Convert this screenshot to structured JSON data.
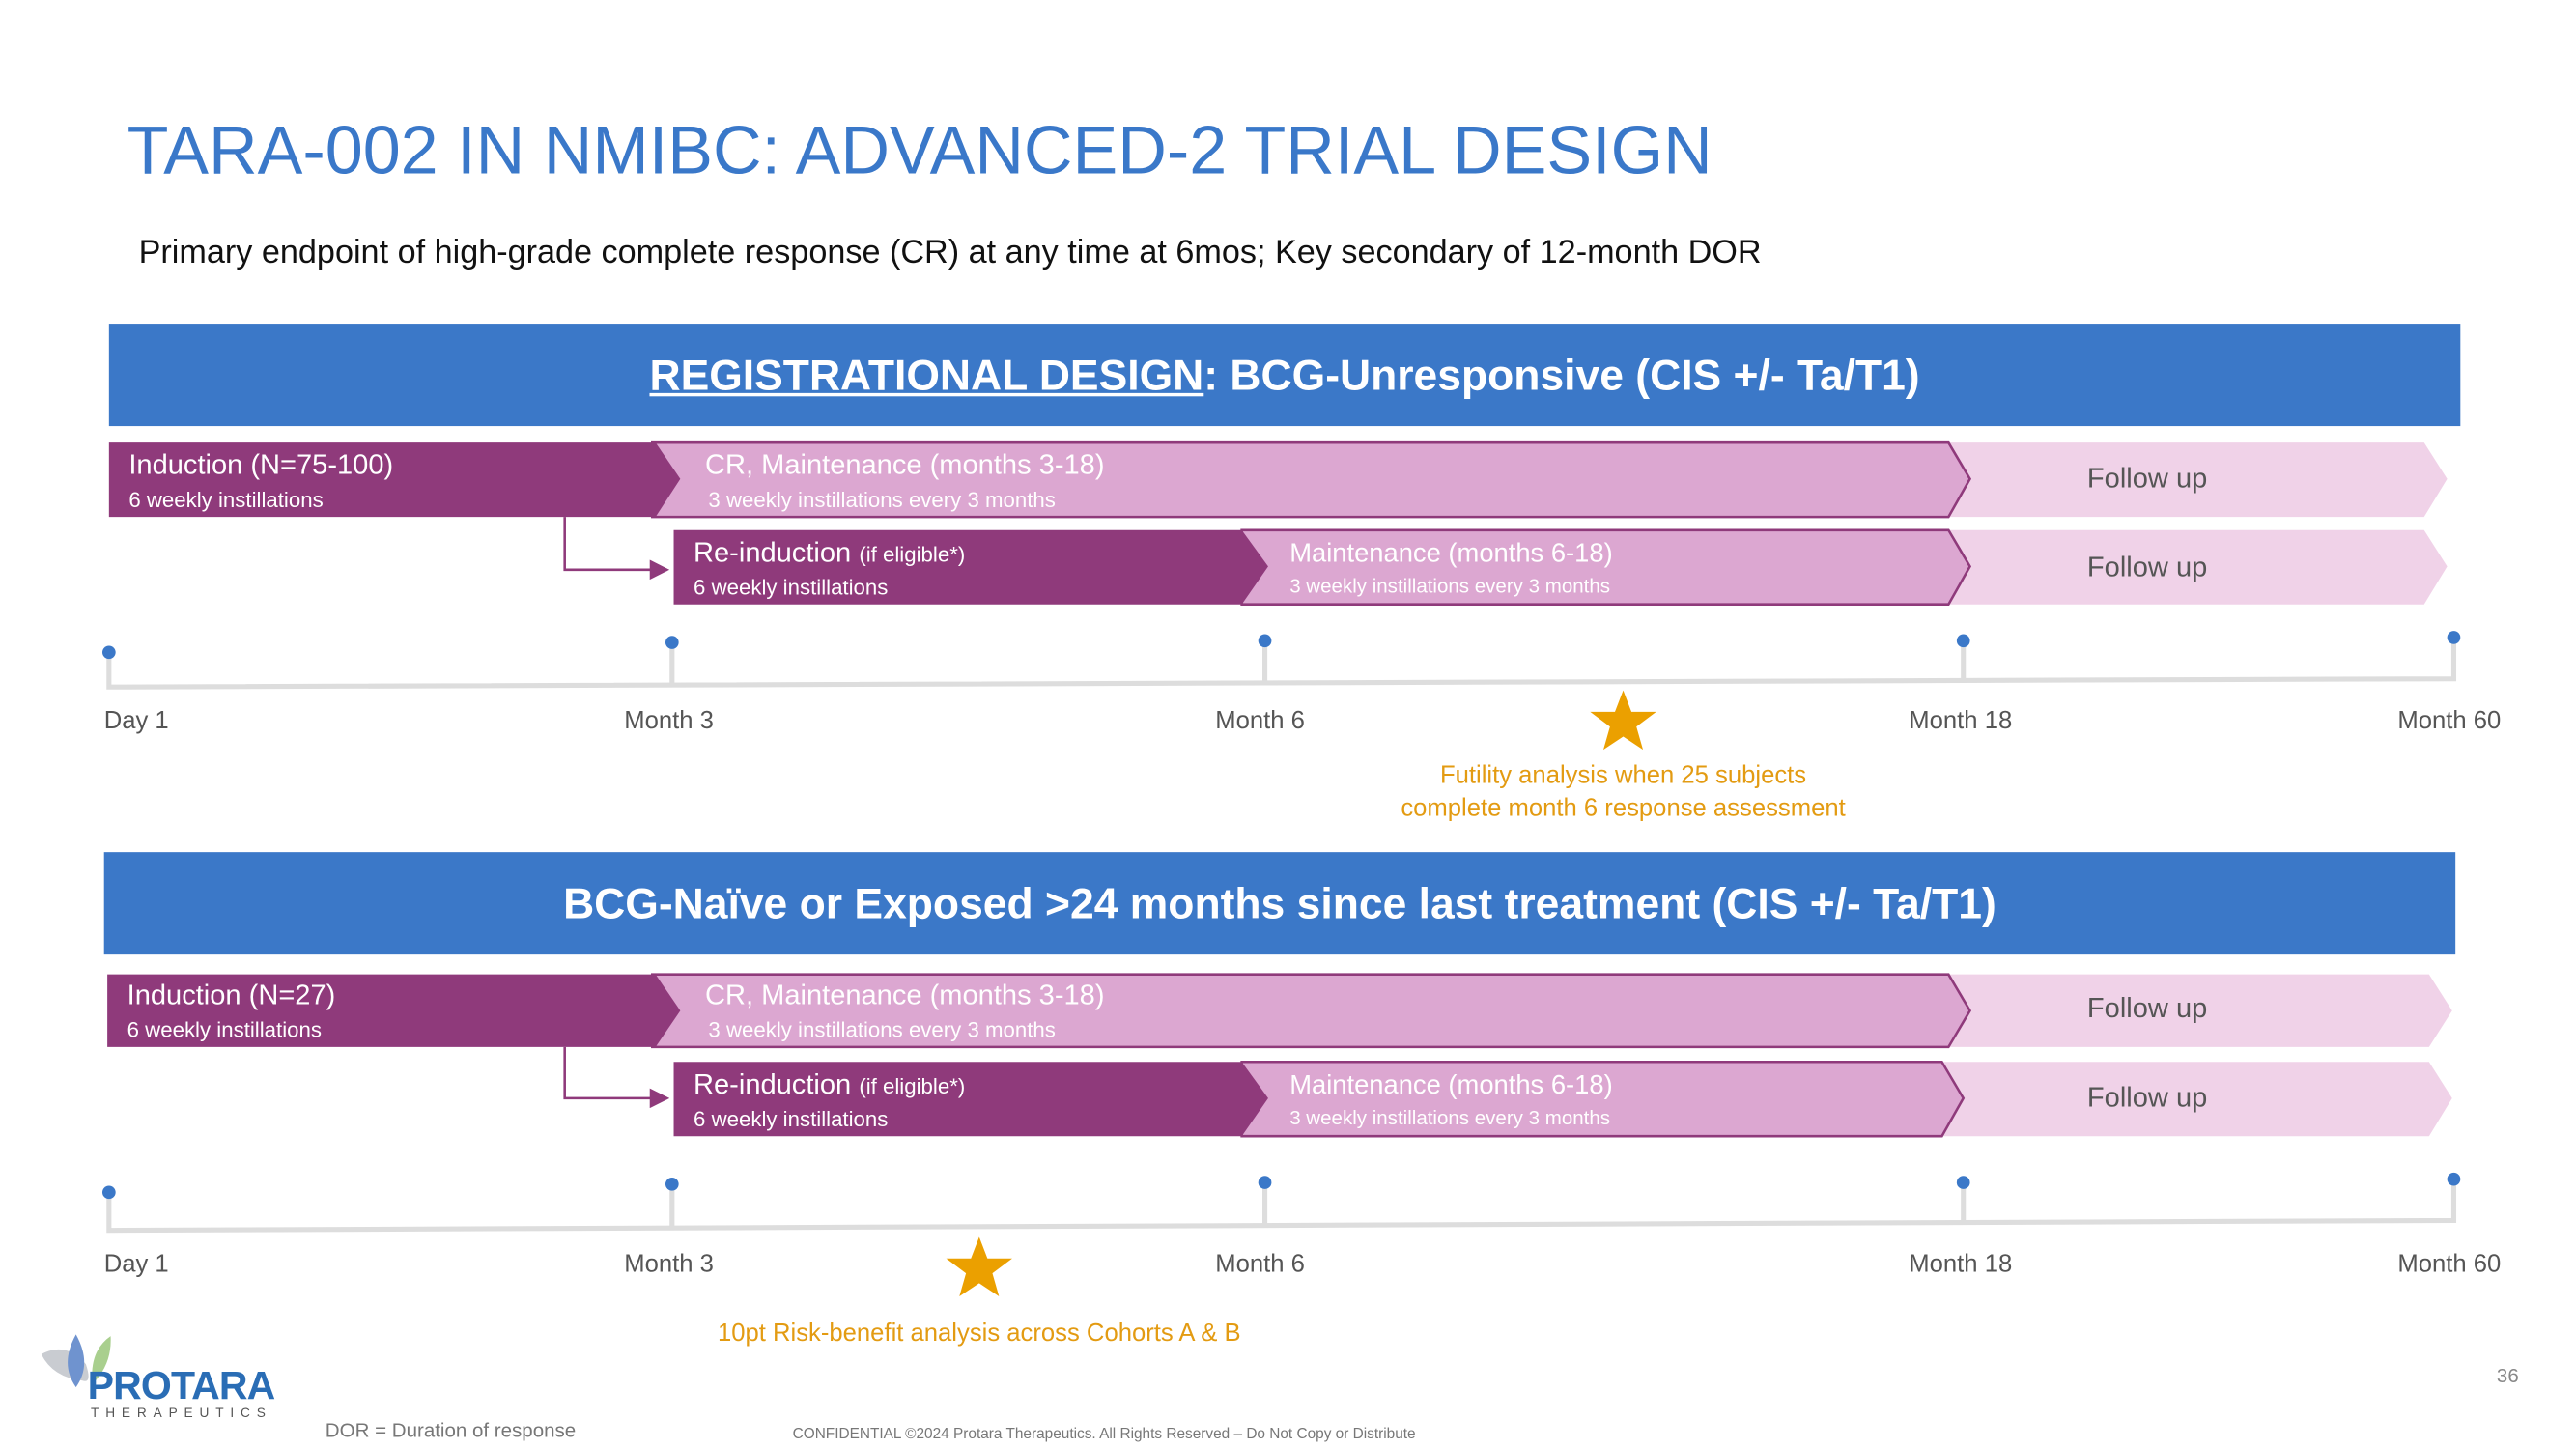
{
  "title": "TARA-002 IN NMIBC: ADVANCED-2 TRIAL DESIGN",
  "subtitle": "Primary endpoint of high-grade complete response (CR) at any time at 6mos; Key secondary of 12-month DOR",
  "colors": {
    "title": "#3a78c9",
    "banner": "#3b78c8",
    "dark_purple": "#8f3a7b",
    "light_purple": "#dca7d1",
    "lightest_purple": "#f0d2e8",
    "orange": "#e8a013"
  },
  "cohort_a": {
    "banner_underlined": "REGISTRATIONAL DESIGN",
    "banner_rest": ": BCG-Unresponsive (CIS +/- Ta/T1)",
    "induction_title": "Induction (N=75-100)",
    "induction_sub": "6 weekly instillations",
    "cr_title": "CR, Maintenance (months 3-18)",
    "cr_sub": "3 weekly instillations every 3 months",
    "follow_up_1": "Follow up",
    "reinduction_title": "Re-induction",
    "reinduction_note": "(if eligible*)",
    "reinduction_sub": "6 weekly instillations",
    "maint_title": "Maintenance (months 6-18)",
    "maint_sub": "3 weekly instillations every 3 months",
    "follow_up_2": "Follow up",
    "timeline": [
      "Day 1",
      "Month 3",
      "Month 6",
      "Month 18",
      "Month 60"
    ],
    "annotation_line1": "Futility analysis when 25 subjects",
    "annotation_line2": "complete month 6 response assessment"
  },
  "cohort_b": {
    "banner": "BCG-Naïve or Exposed >24 months since last treatment (CIS +/- Ta/T1)",
    "induction_title": "Induction (N=27)",
    "induction_sub": "6 weekly instillations",
    "cr_title": "CR, Maintenance (months 3-18)",
    "cr_sub": "3 weekly instillations every 3 months",
    "follow_up_1": "Follow up",
    "reinduction_title": "Re-induction",
    "reinduction_note": "(if eligible*)",
    "reinduction_sub": "6 weekly instillations",
    "maint_title": "Maintenance (months 6-18)",
    "maint_sub": "3 weekly instillations every 3 months",
    "follow_up_2": "Follow up",
    "timeline": [
      "Day 1",
      "Month 3",
      "Month 6",
      "Month 18",
      "Month 60"
    ],
    "annotation": "10pt Risk-benefit analysis across Cohorts A & B"
  },
  "footer": {
    "logo_name": "PROTARA",
    "logo_sub": "THERAPEUTICS",
    "dor_note": "DOR = Duration of response",
    "confidential": "CONFIDENTIAL ©2024 Protara Therapeutics. All Rights Reserved – Do Not Copy or Distribute",
    "page_number": "36"
  }
}
